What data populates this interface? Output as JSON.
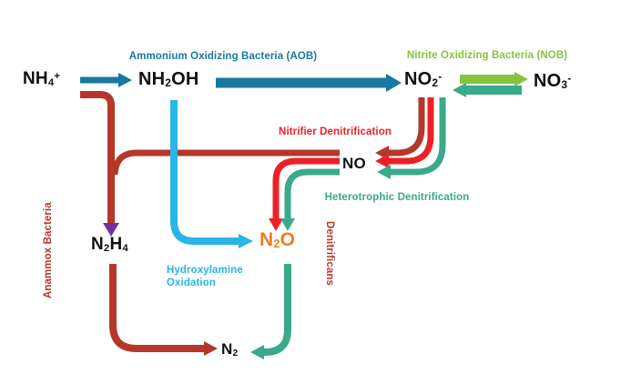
{
  "colors": {
    "aob": "#1779a0",
    "nob": "#85c43d",
    "nitrifier": "#ed2027",
    "anammox": "#b5372a",
    "heterotrophic": "#3aa98c",
    "hydroxylamine": "#29b5e8",
    "n2o_text": "#f47b20",
    "purple_arrow": "#7030a0",
    "denitrificans": "#b63c30",
    "compound_text": "#111111",
    "background": "#ffffff"
  },
  "compounds": {
    "nh4": {
      "base": "NH",
      "sub": "4",
      "sup": "+"
    },
    "nh2oh": {
      "p1": "NH",
      "s1": "2",
      "p2": "OH"
    },
    "no2": {
      "base": "NO",
      "sub": "2",
      "sup": "-"
    },
    "no3": {
      "base": "NO",
      "sub": "3",
      "sup": "-"
    },
    "no": {
      "base": "NO"
    },
    "n2h4": {
      "p1": "N",
      "s1": "2",
      "p2": "H",
      "s2": "4"
    },
    "n2o": {
      "p1": "N",
      "s1": "2",
      "p2": "O"
    },
    "n2": {
      "p1": "N",
      "s1": "2"
    }
  },
  "labels": {
    "aob": "Ammonium Oxidizing Bacteria (AOB)",
    "nob": "Nitrite Oxidizing Bacteria (NOB)",
    "nitrifier_denitrification": "Nitrifier Denitrification",
    "heterotrophic_denitrification": "Heterotrophic Denitrification",
    "hydroxylamine_line1": "Hydroxylamine",
    "hydroxylamine_line2": "Oxidation",
    "anammox": "Anammox Bacteria",
    "denitrificans": "Denitrificans"
  }
}
